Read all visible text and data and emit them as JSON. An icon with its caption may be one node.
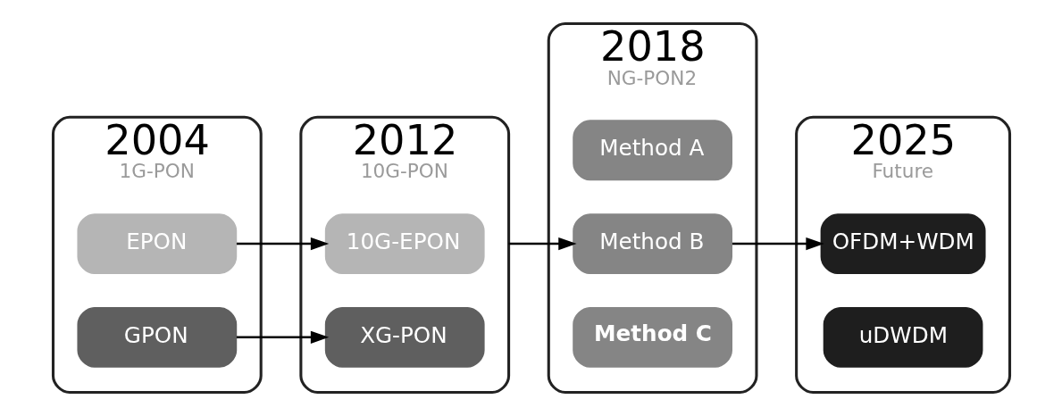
{
  "diagram": {
    "nodes": [
      {
        "text": [
          "2004",
          "1G-PON"
        ]
      },
      {
        "text": [
          "EPON"
        ],
        "in": 0
      },
      {
        "text": [
          "GPON"
        ],
        "in": 0
      },
      {
        "text": [
          "2012",
          "10G-PON"
        ]
      },
      {
        "text": [
          "10G-EPON"
        ],
        "in": 3
      },
      {
        "text": [
          "XG-PON"
        ],
        "in": 3
      },
      {
        "text": [
          "2018",
          "NG-PON2"
        ]
      },
      {
        "text": [
          "Method A"
        ],
        "in": 6
      },
      {
        "text": [
          "Method B"
        ],
        "in": 6
      },
      {
        "text": [
          "Method C"
        ],
        "in": 6
      },
      {
        "text": [
          "2025",
          "Future"
        ]
      },
      {
        "text": [
          "OFDM+WDM"
        ],
        "in": 10
      },
      {
        "text": [
          "uDWDM"
        ],
        "in": 10
      }
    ],
    "edges": [
      {
        "from": 1,
        "to": 4,
        "arrow": "to"
      },
      {
        "from": 2,
        "to": 5,
        "arrow": "to"
      },
      {
        "from": 3,
        "to": 8,
        "arrow": "to"
      },
      {
        "from": 8,
        "to": 11,
        "arrow": "to"
      }
    ]
  }
}
